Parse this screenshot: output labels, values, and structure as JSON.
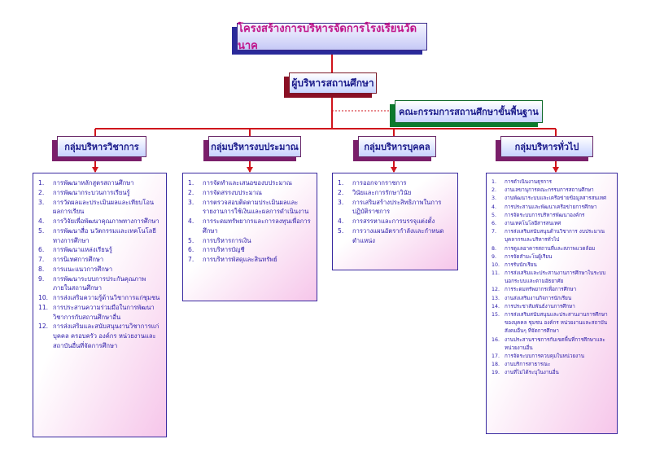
{
  "title": "โครงสร้างการบริหารจัดการโรงเรียนวัดนาค",
  "director": "ผู้บริหารสถานศึกษา",
  "board": "คณะกรรมการสถานศึกษาขั้นพื้นฐาน",
  "colors": {
    "line": "#d0141c",
    "title_text": "#c0148a",
    "box_text": "#1a1a8a",
    "list_text": "#2a1aa8"
  },
  "groups": [
    {
      "label": "กลุ่มบริหารวิชาการ",
      "items": [
        "การพัฒนาหลักสูตรสถานศึกษา",
        "การพัฒนากระบวนการเรียนรู้",
        "การวัดผลและประเมินผลและเทียบโอนผลการเรียน",
        "การวิจัยเพื่อพัฒนาคุณภาพทางการศึกษา",
        "การพัฒนาสื่อ นวัตกรรมและเทคโนโลยีทางการศึกษา",
        "การพัฒนาแหล่งเรียนรู้",
        "การนิเทศการศึกษา",
        "การแนะแนวการศึกษา",
        "การพัฒนาระบบการประกันคุณภาพภายในสถานศึกษา",
        "การส่งเสริมความรู้ด้านวิชาการแก่ชุมชน",
        "การประสานความร่วมมือในการพัฒนาวิชาการกับสถานศึกษาอื่น",
        "การส่งเสริมและสนับสนุนงานวิชาการแก่บุคคล ครอบครัว องค์กร หน่วยงานและสถาบันอื่นที่จัดการศึกษา"
      ]
    },
    {
      "label": "กลุ่มบริหารงบประมาณ",
      "items": [
        "การจัดทำและเสนอของบประมาณ",
        "การจัดสรรงบประมาณ",
        "การตรวจสอบติดตามประเมินผลและรายงานการใช้เงินและผลการดำเนินงาน",
        "การระดมทรัพยากรและการลงทุนเพื่อการศึกษา",
        "การบริหารการเงิน",
        "การบริหารบัญชี",
        "การบริหารพัสดุและสินทรัพย์"
      ]
    },
    {
      "label": "กลุ่มบริหารบุคคล",
      "items": [
        "การออกจากราชการ",
        "วินัยและการรักษาวินัย",
        "การเสริมสร้างประสิทธิภาพในการปฏิบัติราชการ",
        "การสรรหาและการบรรจุแต่งตั้ง",
        "การวางแผนอัตรากำลังและกำหนดตำแหน่ง"
      ]
    },
    {
      "label": "กลุ่มบริหารทั่วไป",
      "items": [
        "การดำเนินงานธุรการ",
        "งานเลขานุการคณะกรรมการสถานศึกษา",
        "งานพัฒนาระบบและเครือข่ายข้อมูลสารสนเทศ",
        "การประสานและพัฒนาเครือข่ายการศึกษา",
        "การจัดระบบการบริหารพัฒนาองค์กร",
        "งานเทคโนโลยีสารสนเทศ",
        "การส่งเสริมสนับสนุนด้านวิชาการ งบประมาณ บุคลากรและบริหารทั่วไป",
        "การดูแลอาคารสถานที่และสภาพแวดล้อม",
        "การจัดสำมะโนผู้เรียน",
        "การรับนักเรียน",
        "การส่งเสริมและประสานงานการศึกษาในระบบนอกระบบและตามอัธยาศัย",
        "การระดมทรัพยากรเพื่อการศึกษา",
        "งานส่งเสริมงานกิจการนักเรียน",
        "การประชาสัมพันธ์งานการศึกษา",
        "การส่งเสริมสนับสนุนและประสานงานการศึกษาของบุคคล ชุมชน องค์กร หน่วยงานและสถาบันสังคมอื่นๆ ที่จัดการศึกษา",
        "งานประสานราชการกับเขตพื้นที่การศึกษาและหน่วยงานอื่น",
        "การจัดระบบการควบคุมในหน่วยงาน",
        "งานบริการสาธารณะ",
        "งานที่ไม่ได้ระบุในงานอื่น"
      ]
    }
  ]
}
